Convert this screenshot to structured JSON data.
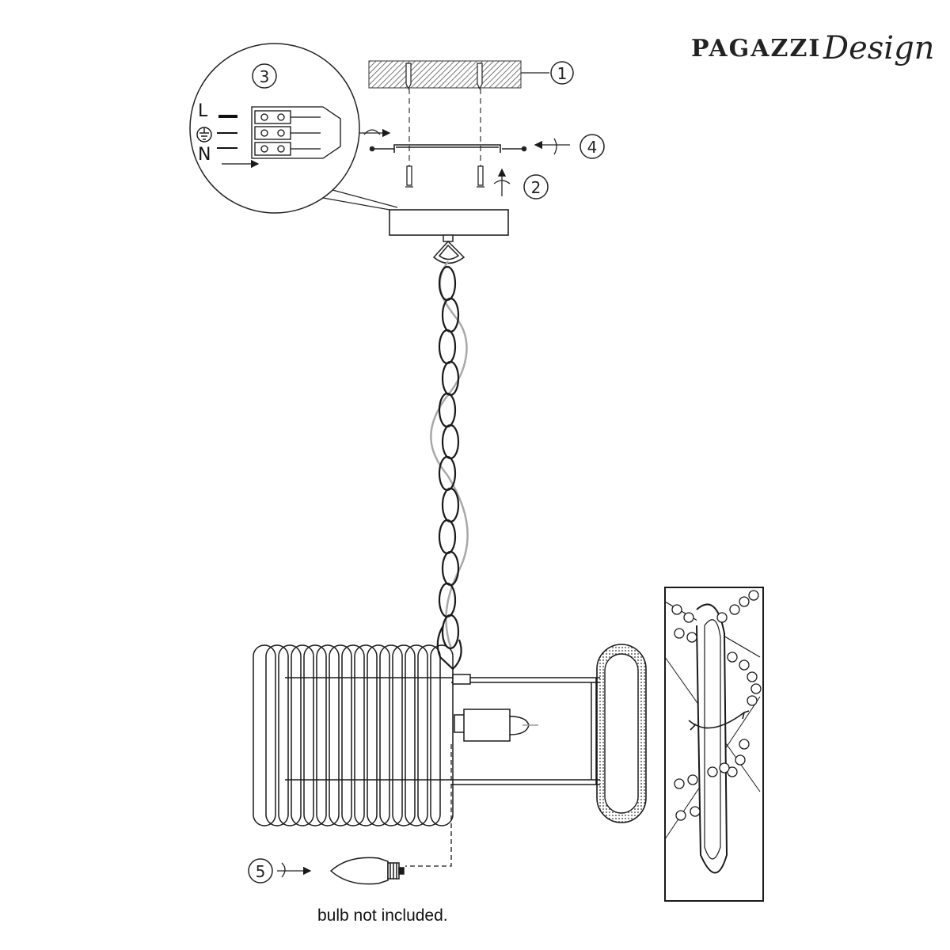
{
  "brand": {
    "name": "PAGAZZI",
    "tagline": "Design"
  },
  "steps": [
    {
      "num": "1",
      "meaning": "ceiling"
    },
    {
      "num": "2",
      "meaning": "screw in fixing screws"
    },
    {
      "num": "3",
      "meaning": "wiring terminal"
    },
    {
      "num": "4",
      "meaning": "attach mounting bracket"
    },
    {
      "num": "5",
      "meaning": "screw in bulb"
    }
  ],
  "wiring": {
    "live": "L",
    "neutral": "N",
    "earth_symbol": "earth"
  },
  "caption": "bulb not included.",
  "icons": [
    "ceiling-plate",
    "mounting-bracket",
    "screw",
    "terminal-block",
    "ceiling-canopy",
    "chain",
    "cable",
    "rattan-drum-shade",
    "bulb-holder",
    "bulb",
    "rotate-arrow",
    "detail-inset"
  ],
  "colors": {
    "ink": "#1a1a1a",
    "hatch": "#555555",
    "cable": "#9a9a9a",
    "background": "#ffffff"
  }
}
